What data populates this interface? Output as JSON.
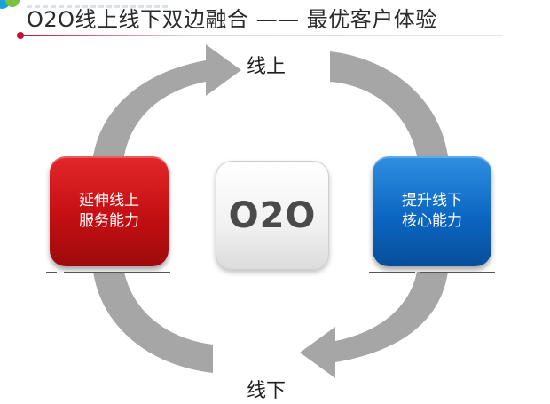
{
  "header": {
    "title": "O2O线上线下双边融合 —— 最优客户体验"
  },
  "cycle": {
    "top_label": "线上",
    "bottom_label": "线下",
    "center_label": "O2O",
    "left_box_text": "延伸线上\n服务能力",
    "right_box_text": "提升线下\n核心能力"
  },
  "colors": {
    "accent_red": "#c8102e",
    "box_red": "#c40f12",
    "box_blue": "#0c66c2",
    "arrow_gray": "#a6a6a6"
  }
}
